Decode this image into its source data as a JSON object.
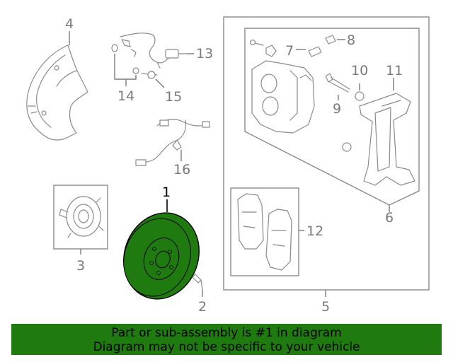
{
  "callouts": {
    "c1": "1",
    "c2": "2",
    "c3": "3",
    "c4": "4",
    "c5": "5",
    "c6": "6",
    "c7": "7",
    "c8": "8",
    "c9": "9",
    "c10": "10",
    "c11": "11",
    "c12": "12",
    "c13": "13",
    "c14": "14",
    "c15": "15",
    "c16": "16"
  },
  "highlight_color": "#1f7a10",
  "banner": {
    "line1": "Part or sub-assembly is #1 in diagram",
    "line2": "Diagram may not be specific to your vehicle"
  }
}
